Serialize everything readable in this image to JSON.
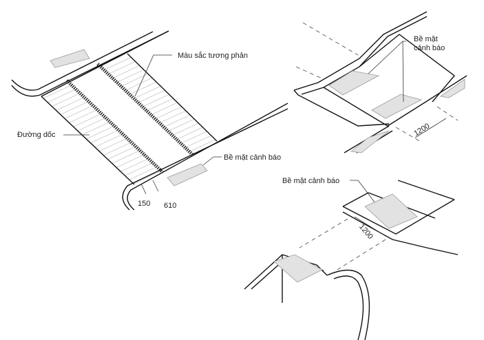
{
  "figure_left": {
    "label_contrast": "Màu sắc tương phản",
    "label_ramp": "Đường dốc",
    "label_warning": "Bề mặt cảnh báo",
    "dim_1": "150",
    "dim_2": "610"
  },
  "figure_top_right": {
    "label_warning_line1": "Bề mặt",
    "label_warning_line2": "cảnh báo",
    "dim": "1200"
  },
  "figure_bottom_right": {
    "label_warning": "Bề mặt cảnh báo",
    "dim": "1200"
  }
}
